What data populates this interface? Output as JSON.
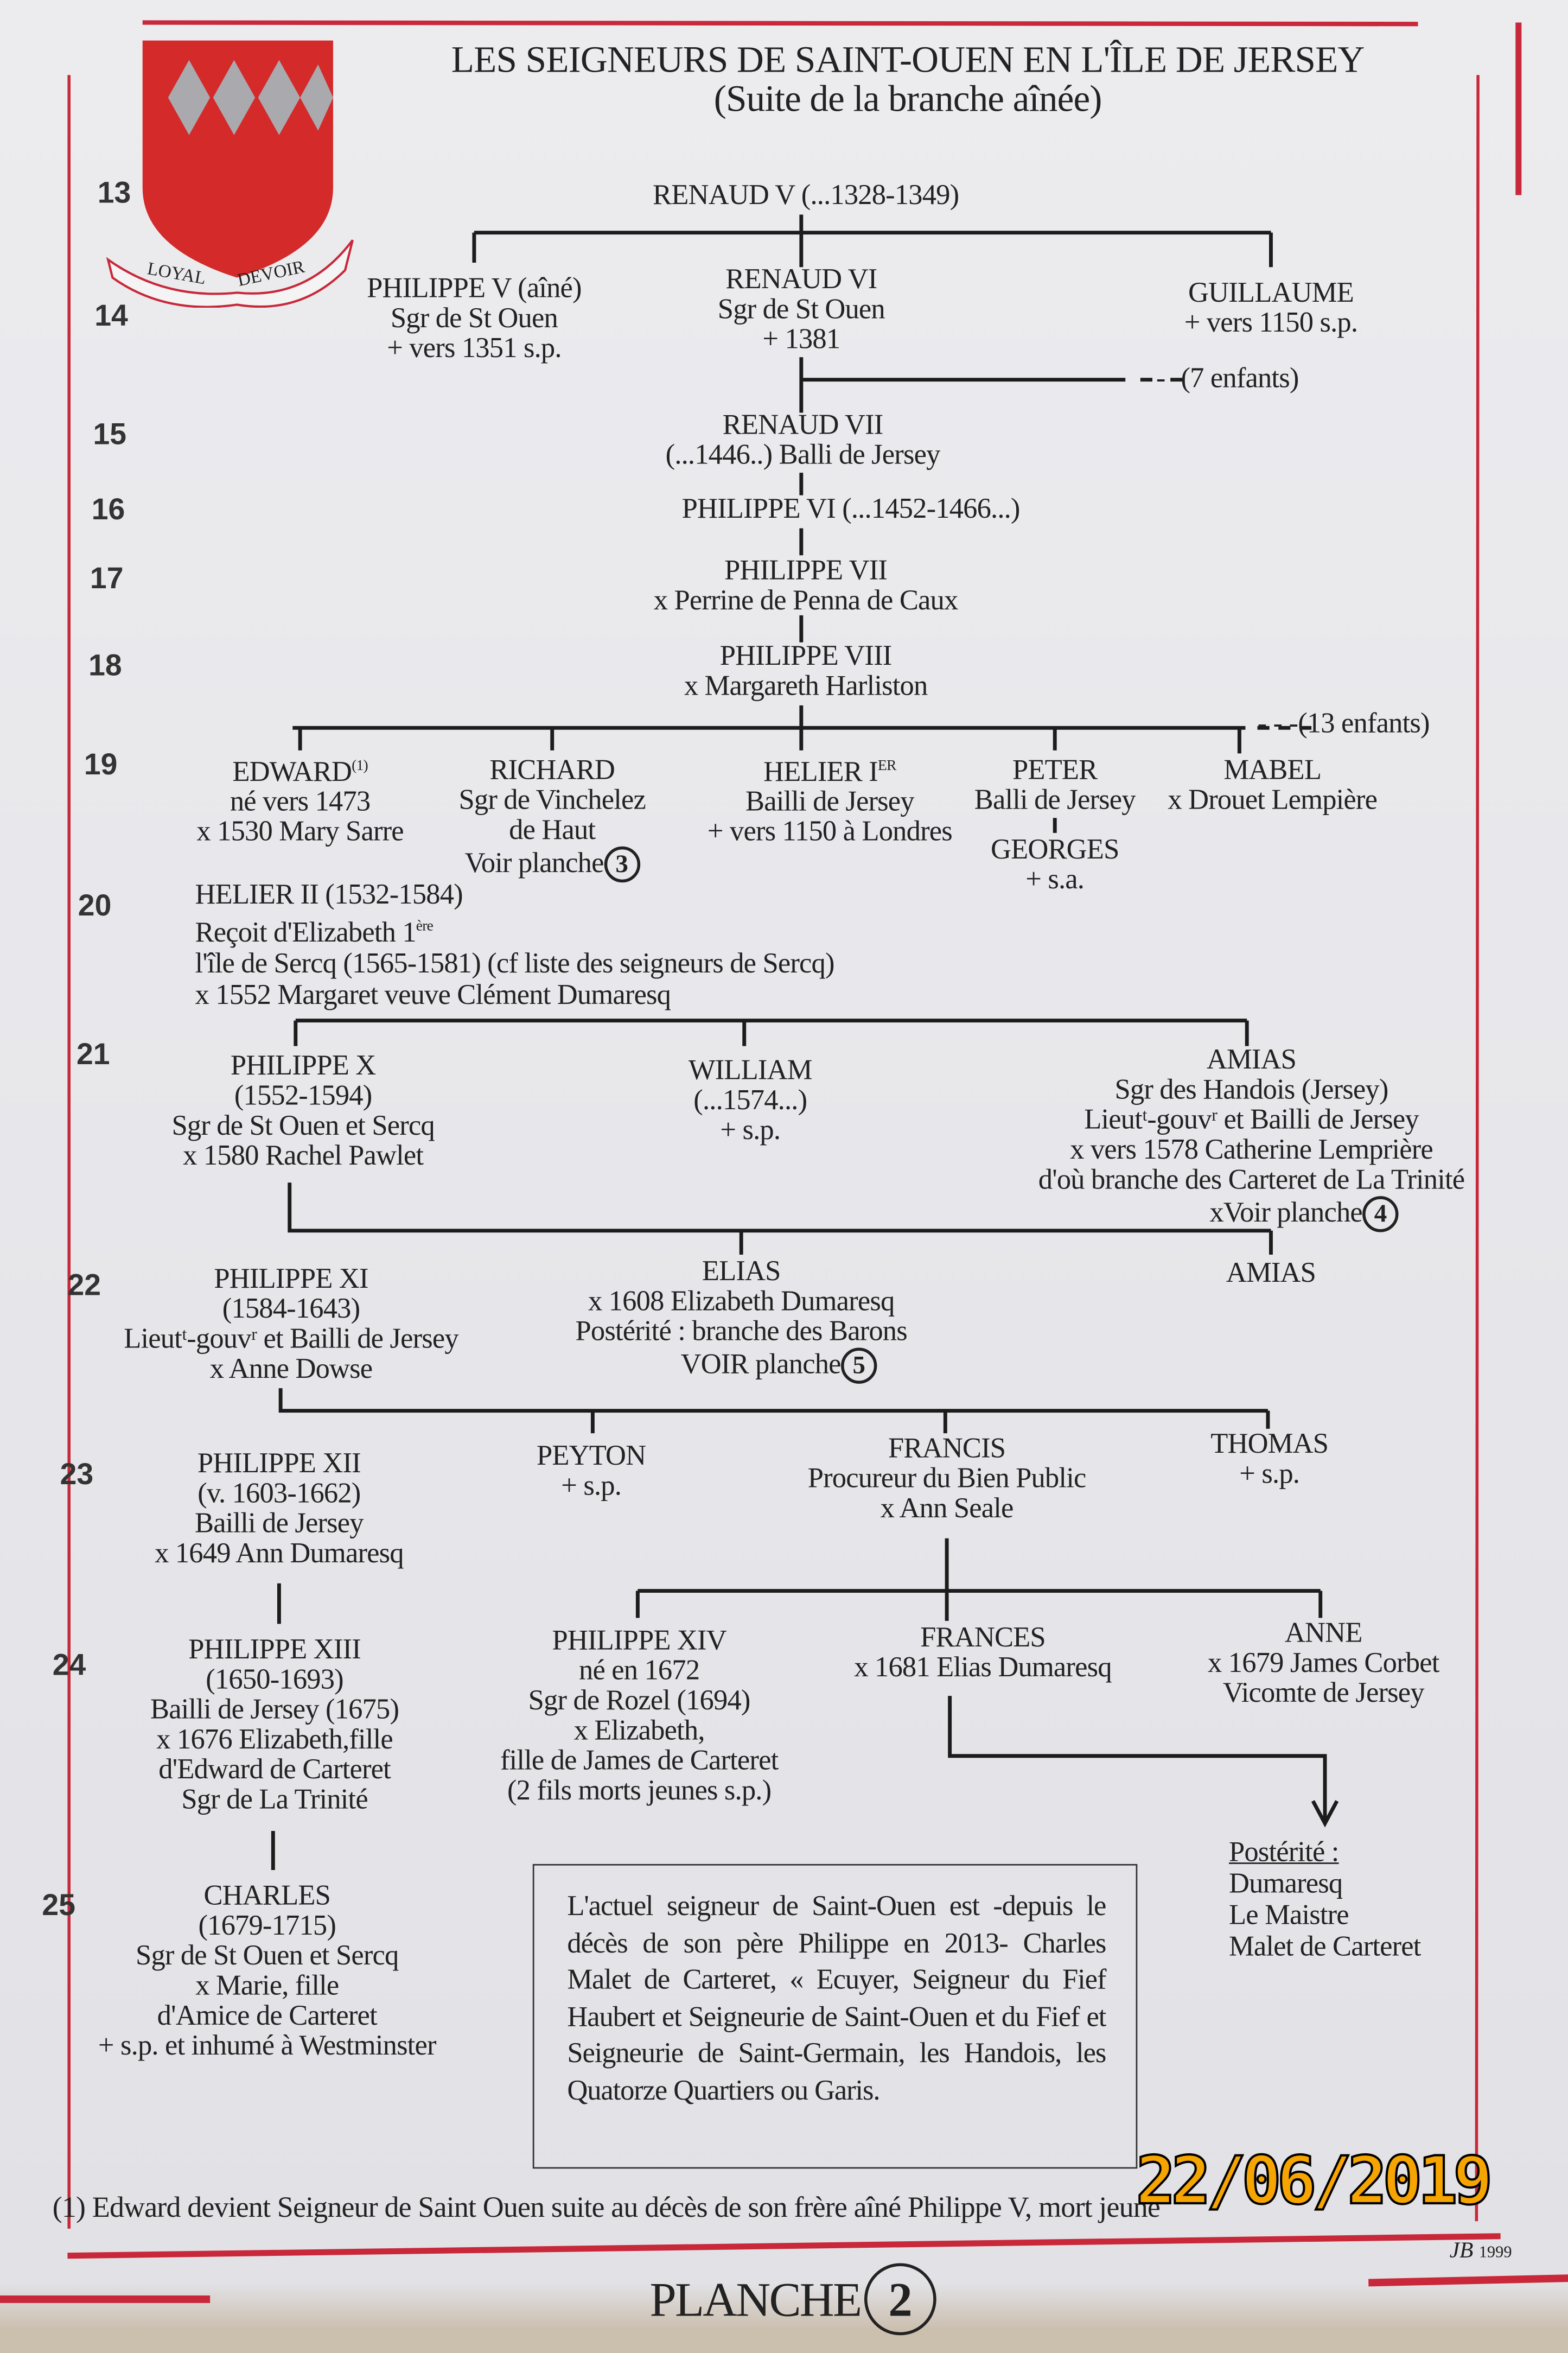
{
  "title": {
    "line1": "LES SEIGNEURS DE SAINT-OUEN EN L'ÎLE DE JERSEY",
    "line2": "(Suite de la branche aînée)"
  },
  "shield": {
    "motto_left": "LOYAL",
    "motto_right": "DEVOIR",
    "color": "#d42a2a",
    "lozenge_color": "#a9a9ae"
  },
  "generations": [
    "13",
    "14",
    "15",
    "16",
    "17",
    "18",
    "19",
    "20",
    "21",
    "22",
    "23",
    "24",
    "25"
  ],
  "persons": {
    "renaud_v": [
      "RENAUD V (...1328-1349)"
    ],
    "philippe_v": [
      "PHILIPPE V (aîné)",
      "Sgr de St Ouen",
      "+ vers 1351 s.p."
    ],
    "renaud_vi": [
      "RENAUD VI",
      "Sgr de St Ouen",
      "+ 1381"
    ],
    "guillaume": [
      "GUILLAUME",
      "+ vers 1150 s.p."
    ],
    "seven_children": "- - -(7 enfants)",
    "renaud_vii": [
      "RENAUD VII",
      "(...1446..) Balli de Jersey"
    ],
    "philippe_vi": [
      "PHILIPPE VI (...1452-1466...)"
    ],
    "philippe_vii": [
      "PHILIPPE VII",
      "x Perrine de Penna de Caux"
    ],
    "philippe_viii": [
      "PHILIPPE VIII",
      "x Margareth Harliston"
    ],
    "thirteen_children": "- - -(13 enfants)",
    "edward": {
      "name": "EDWARD",
      "note": "(1)",
      "lines": [
        "né vers 1473",
        "x 1530 Mary Sarre"
      ]
    },
    "richard": {
      "lines": [
        "RICHARD",
        "Sgr de Vinchelez",
        "de Haut"
      ],
      "ref_text": "Voir planche",
      "ref": "3"
    },
    "helier_i": {
      "name": "HELIER I",
      "sup": "ER",
      "lines": [
        "Bailli de Jersey",
        "+ vers 1150 à Londres"
      ]
    },
    "peter": [
      "PETER",
      "Balli de Jersey"
    ],
    "georges": [
      "GEORGES",
      "+ s.a."
    ],
    "mabel": [
      "MABEL",
      "x Drouet Lempière"
    ],
    "helier_ii": {
      "name": "HELIER  II (1532-1584)",
      "line2": "Reçoit d'Elizabeth 1",
      "sup": "ère",
      "line3": "l'île de Sercq (1565-1581)  (cf liste des seigneurs de Sercq)",
      "line4": "x 1552 Margaret veuve Clément Dumaresq"
    },
    "philippe_x": [
      "PHILIPPE X",
      "(1552-1594)",
      "Sgr de St Ouen et Sercq",
      "x 1580 Rachel Pawlet"
    ],
    "william": [
      "WILLIAM",
      "(...1574...)",
      "+ s.p."
    ],
    "amias": {
      "lines": [
        "AMIAS",
        "Sgr des Handois (Jersey)",
        "Lieutᵗ-gouvʳ et Bailli de Jersey",
        "x vers 1578 Catherine Lemprière",
        "d'où branche des Carteret de La Trinité"
      ],
      "ref_text": "xVoir planche",
      "ref": "4"
    },
    "philippe_xi": [
      "PHILIPPE XI",
      "(1584-1643)",
      "Lieutᵗ-gouvʳ et Bailli de Jersey",
      "x Anne Dowse"
    ],
    "elias": {
      "lines": [
        "ELIAS",
        "x 1608 Elizabeth Dumaresq",
        "Postérité : branche des Barons"
      ],
      "ref_text": "VOIR planche",
      "ref": "5"
    },
    "amias_2": [
      "AMIAS"
    ],
    "philippe_xii": [
      "PHILIPPE XII",
      "(v.  1603-1662)",
      "Bailli de Jersey",
      "x 1649 Ann Dumaresq"
    ],
    "peyton": [
      "PEYTON",
      "+ s.p."
    ],
    "francis": [
      "FRANCIS",
      "Procureur du Bien Public",
      "x Ann Seale"
    ],
    "thomas": [
      "THOMAS",
      "+ s.p."
    ],
    "philippe_xiii": [
      "PHILIPPE XIII",
      "(1650-1693)",
      "Bailli de Jersey (1675)",
      "x 1676 Elizabeth,fille",
      "d'Edward de Carteret",
      "Sgr de La Trinité"
    ],
    "philippe_xiv": [
      "PHILIPPE XIV",
      "né en 1672",
      "Sgr de Rozel (1694)",
      "x Elizabeth,",
      "fille de James de Carteret",
      "(2 fils morts jeunes s.p.)"
    ],
    "frances": [
      "FRANCES",
      "x 1681 Elias Dumaresq"
    ],
    "anne": [
      "ANNE",
      "x 1679 James Corbet",
      "Vicomte de Jersey"
    ],
    "posterite": [
      "Postérité :",
      "Dumaresq",
      "Le Maistre",
      "Malet de Carteret"
    ],
    "charles": [
      "CHARLES",
      "(1679-1715)",
      "Sgr de St Ouen et Sercq",
      "x Marie, fille",
      "d'Amice de Carteret",
      "+ s.p. et inhumé à Westminster"
    ]
  },
  "box_text": "L'actuel seigneur de Saint-Ouen est -depuis le décès de son père Philippe en 2013- Charles Malet de Carteret, « Ecuyer, Seigneur du Fief Haubert et Seigneurie de Saint-Ouen et du Fief et Seigneurie de Saint-Germain, les Handois, les Quatorze Quartiers ou Garis.",
  "footnote": "(1) Edward devient Seigneur de Saint Ouen suite au décès de son frère aîné Philippe V, mort jeune",
  "date_stamp": "22/06/2019",
  "planche": {
    "label": "PLANCHE",
    "number": "2"
  },
  "signature": {
    "initials": "JB",
    "year": "1999"
  },
  "colors": {
    "border_red": "#c8283a",
    "ink": "#222222",
    "stamp": "#f5a400"
  }
}
